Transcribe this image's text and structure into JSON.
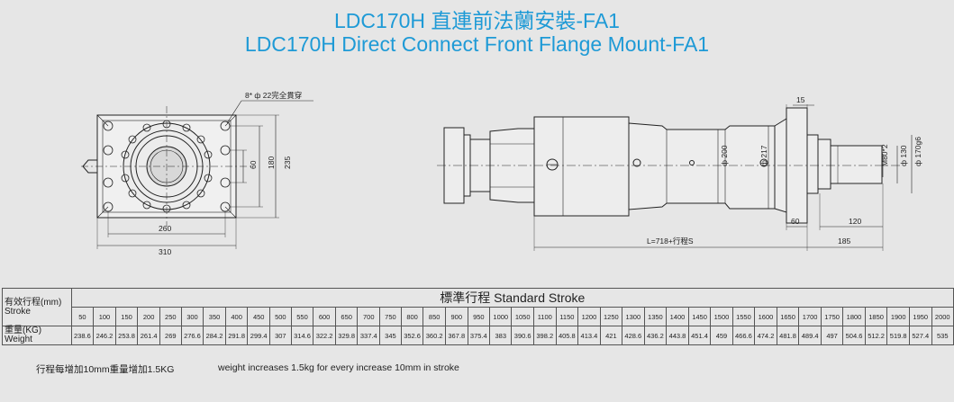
{
  "title_cn": "LDC170H 直連前法蘭安裝-FA1",
  "title_en": "LDC170H Direct Connect Front Flange Mount-FA1",
  "front_view": {
    "hole_note": "8* ф 22完全貫穿",
    "dims": {
      "d60": "60",
      "d180": "180",
      "d235": "235",
      "d260": "260",
      "d310": "310"
    }
  },
  "side_view": {
    "dims": {
      "d15": "15",
      "dia200": "ф 200",
      "dia217": "ф 217",
      "m80": "M80*2",
      "dia130": "ф 130",
      "dia170": "ф 170g6",
      "d60": "60",
      "d120": "120",
      "length": "L=718+行程S",
      "d185": "185"
    }
  },
  "table": {
    "header": "標準行程 Standard Stroke",
    "stroke_label_cn": "有效行程(mm)",
    "stroke_label_en": "Stroke",
    "weight_label_cn": "重量(KG)",
    "weight_label_en": "Weight",
    "strokes": [
      "50",
      "100",
      "150",
      "200",
      "250",
      "300",
      "350",
      "400",
      "450",
      "500",
      "550",
      "600",
      "650",
      "700",
      "750",
      "800",
      "850",
      "900",
      "950",
      "1000",
      "1050",
      "1100",
      "1150",
      "1200",
      "1250",
      "1300",
      "1350",
      "1400",
      "1450",
      "1500",
      "1550",
      "1600",
      "1650",
      "1700",
      "1750",
      "1800",
      "1850",
      "1900",
      "1950",
      "2000"
    ],
    "weights": [
      "238.6",
      "246.2",
      "253.8",
      "261.4",
      "269",
      "276.6",
      "284.2",
      "291.8",
      "299.4",
      "307",
      "314.6",
      "322.2",
      "329.8",
      "337.4",
      "345",
      "352.6",
      "360.2",
      "367.8",
      "375.4",
      "383",
      "390.6",
      "398.2",
      "405.8",
      "413.4",
      "421",
      "428.6",
      "436.2",
      "443.8",
      "451.4",
      "459",
      "466.6",
      "474.2",
      "481.8",
      "489.4",
      "497",
      "504.6",
      "512.2",
      "519.8",
      "527.4",
      "535"
    ]
  },
  "notes": {
    "cn": "行程每增加10mm重量增加1.5KG",
    "en": "weight increases 1.5kg for every increase 10mm in stroke"
  }
}
